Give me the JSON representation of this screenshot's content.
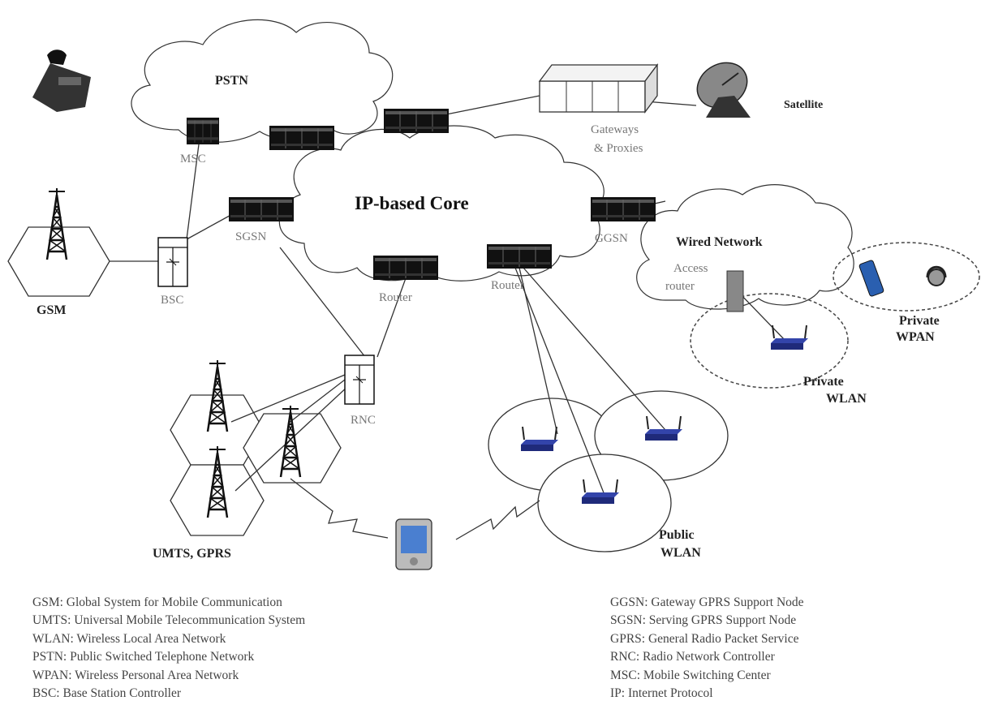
{
  "labels": {
    "pstn": "PSTN",
    "msc": "MSC",
    "satellite": "Satellite",
    "gateways_line1": "Gateways",
    "gateways_line2": "& Proxies",
    "ip_core": "IP-based Core",
    "sgsn": "SGSN",
    "ggsn": "GGSN",
    "wired_network": "Wired Network",
    "access_line1": "Access",
    "access_line2": "router",
    "bsc": "BSC",
    "gsm": "GSM",
    "router_1": "Router",
    "router_2": "Router",
    "rnc": "RNC",
    "private_wpan_line1": "Private",
    "private_wpan_line2": "WPAN",
    "private_wlan_line1": "Private",
    "private_wlan_line2": "WLAN",
    "umts_gprs": "UMTS, GPRS",
    "public_wlan_line1": "Public",
    "public_wlan_line2": "WLAN"
  },
  "legend_left": [
    "GSM: Global System for Mobile Communication",
    "UMTS: Universal Mobile Telecommunication System",
    "WLAN: Wireless Local Area Network",
    "PSTN: Public Switched Telephone Network",
    "WPAN: Wireless Personal Area Network",
    "BSC: Base Station Controller"
  ],
  "legend_right": [
    "GGSN: Gateway GPRS Support Node",
    "SGSN: Serving GPRS Support Node",
    "GPRS: General Radio Packet Service",
    "RNC: Radio Network Controller",
    "MSC: Mobile Switching Center",
    "IP: Internet Protocol"
  ]
}
